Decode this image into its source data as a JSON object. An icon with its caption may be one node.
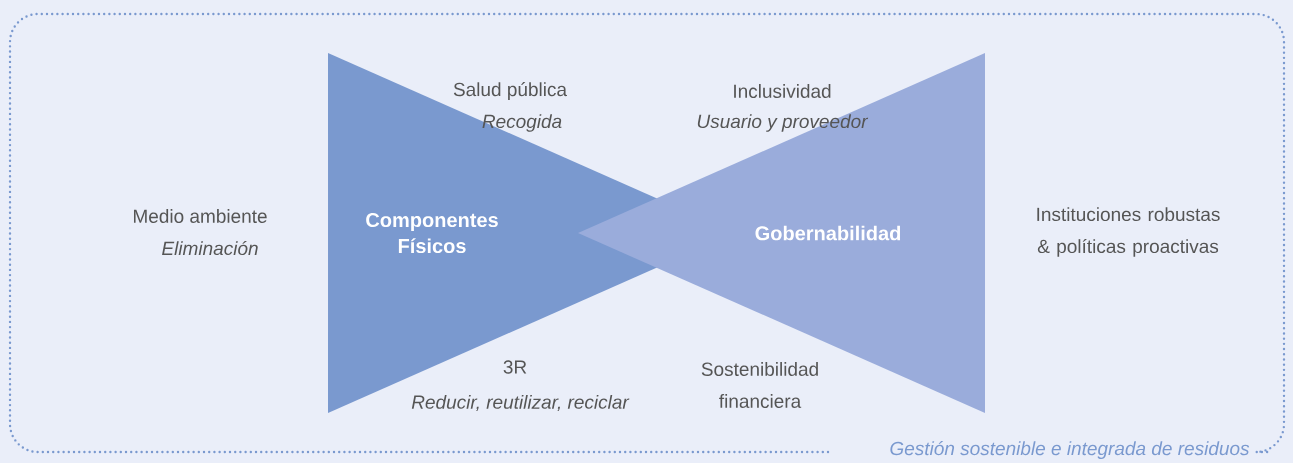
{
  "diagram": {
    "caption": "Gestión sostenible e integrada de residuos",
    "nodes": [
      {
        "text": [
          "Componentes Físicos"
        ]
      },
      {
        "text": [
          "Gobernabilidad"
        ]
      }
    ],
    "labels": [
      "Salud pública",
      "Recogida",
      "Inclusividad",
      "Usuario y proveedor",
      "Medio ambiente",
      "Eliminación",
      "Instituciones robustas & políticas proactivas",
      "3R",
      "Reducir, reutilizar, reciclar",
      "Sostenibilidad financiera"
    ]
  }
}
